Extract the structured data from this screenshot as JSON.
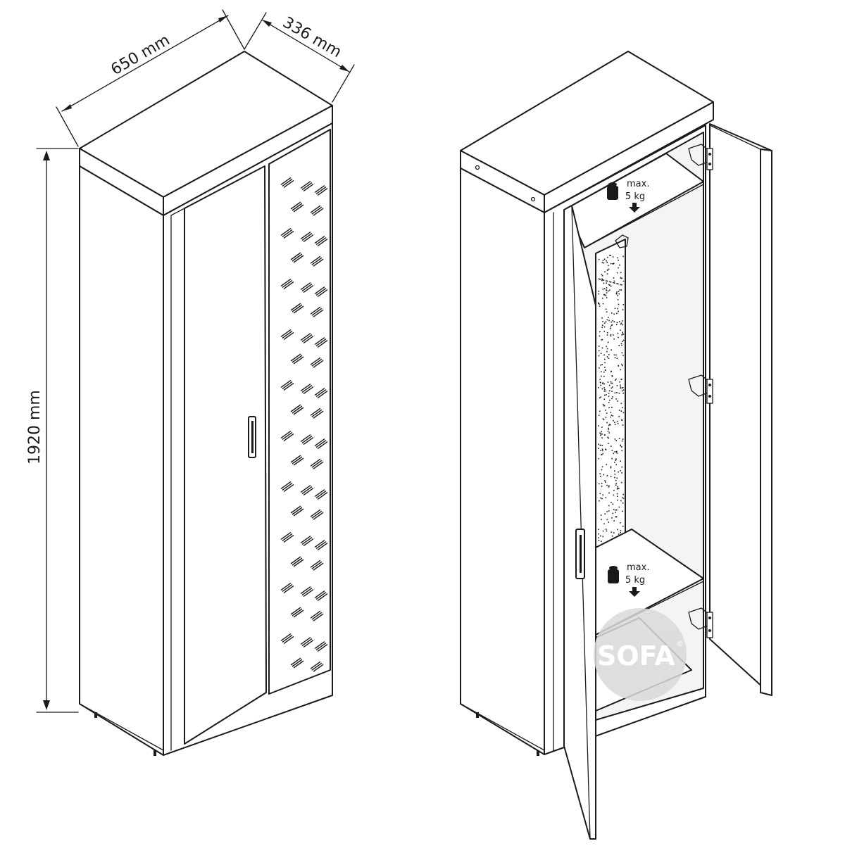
{
  "dimensions": {
    "width_label": "650 mm",
    "depth_label": "336 mm",
    "height_label": "1920 mm"
  },
  "shelf_load": {
    "top": {
      "line1": "max.",
      "line2": "5 kg"
    },
    "bottom": {
      "line1": "max.",
      "line2": "5 kg"
    }
  },
  "watermark": {
    "text": "SOFA",
    "mark": "®"
  },
  "icons": [
    "weight-icon",
    "down-arrow-icon",
    "hinge-icon",
    "handle-icon"
  ],
  "colors": {
    "line": "#1a1a1a",
    "background": "#ffffff",
    "watermark": "#d9d9d9"
  }
}
